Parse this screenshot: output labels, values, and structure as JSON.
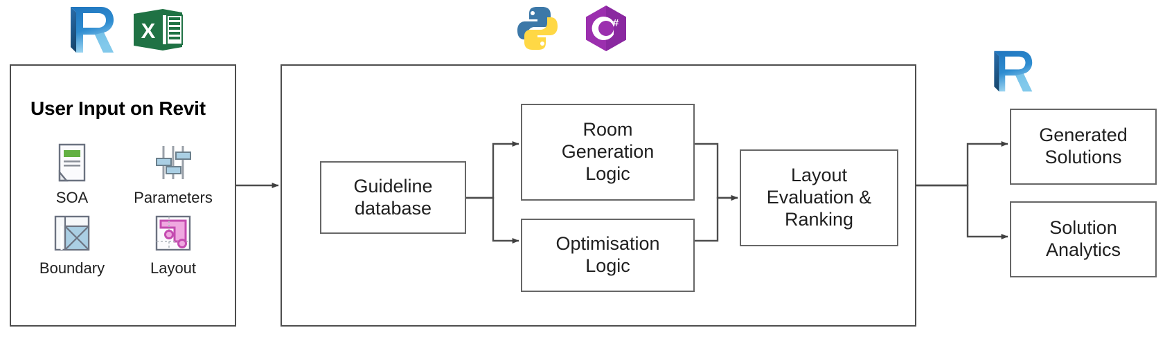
{
  "diagram": {
    "title": "Revit room layout generation workflow",
    "type": "flowchart"
  },
  "top_logos": {
    "left_group": [
      {
        "name": "revit-logo",
        "label": "Revit"
      },
      {
        "name": "excel-logo",
        "label": "Excel"
      }
    ],
    "center_group": [
      {
        "name": "python-logo",
        "label": "Python"
      },
      {
        "name": "csharp-logo",
        "label": "C#"
      }
    ],
    "right_group": [
      {
        "name": "revit-logo",
        "label": "Revit"
      }
    ]
  },
  "left_panel": {
    "title": "User Input on Revit",
    "items": [
      {
        "icon": "document-soa-icon",
        "label": "SOA"
      },
      {
        "icon": "sliders-parameters-icon",
        "label": "Parameters"
      },
      {
        "icon": "boundary-plan-icon",
        "label": "Boundary"
      },
      {
        "icon": "layout-plan-icon",
        "label": "Layout"
      }
    ]
  },
  "middle_panel": {
    "boxes": [
      {
        "id": "guideline-database",
        "label": "Guideline\ndatabase"
      },
      {
        "id": "room-generation-logic",
        "label": "Room\nGeneration\nLogic"
      },
      {
        "id": "optimisation-logic",
        "label": "Optimisation\nLogic"
      },
      {
        "id": "layout-evaluation-ranking",
        "label": "Layout\nEvaluation &\nRanking"
      }
    ]
  },
  "right_panel": {
    "boxes": [
      {
        "id": "generated-solutions",
        "label": "Generated\nSolutions"
      },
      {
        "id": "solution-analytics",
        "label": "Solution\nAnalytics"
      }
    ]
  },
  "colors": {
    "box_border": "#666666",
    "panel_border": "#4d4d4d",
    "connector": "#4d4d4d",
    "text": "#1f1f1f",
    "revit_blue": "#1c6fb8",
    "excel_green": "#1f7244",
    "python_blue": "#3c78a8",
    "python_yellow": "#ffd845",
    "csharp_purple": "#9b2fae",
    "icon_green": "#62b042",
    "icon_blue": "#aacfe4",
    "icon_pink": "#e06fc8"
  }
}
